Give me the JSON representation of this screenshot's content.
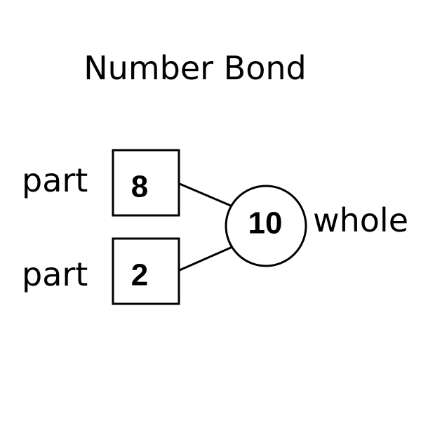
{
  "title": "Number Bond",
  "parts": [
    {
      "label": "part",
      "value": "8"
    },
    {
      "label": "part",
      "value": "2"
    }
  ],
  "whole": {
    "label": "whole",
    "value": "10"
  },
  "colors": {
    "ink": "#000000",
    "background": "#ffffff"
  }
}
